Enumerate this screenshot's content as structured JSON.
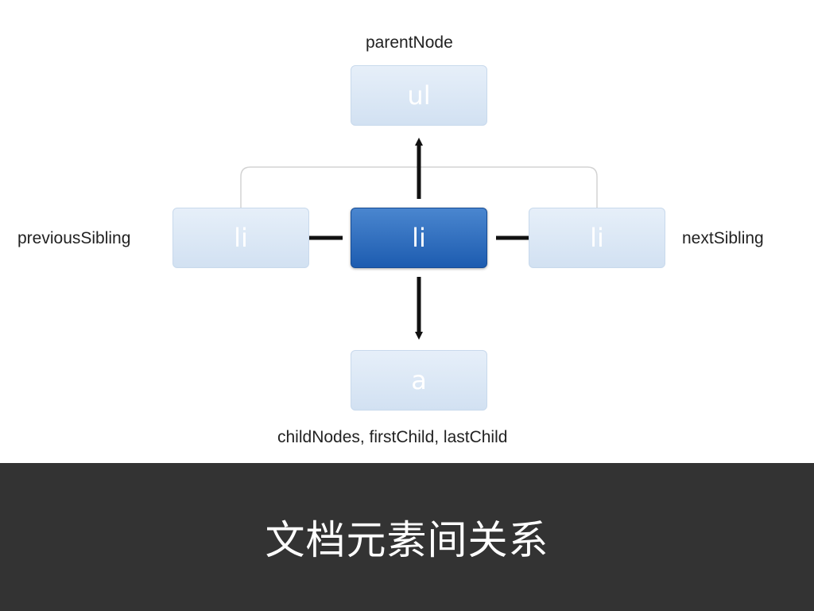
{
  "diagram": {
    "nodes": {
      "parent": "ul",
      "previous": "li",
      "current": "li",
      "next": "li",
      "child": "a"
    },
    "labels": {
      "parent": "parentNode",
      "previous": "previousSibling",
      "next": "nextSibling",
      "children": "childNodes, firstChild, lastChild"
    },
    "colors": {
      "node_faded": "#dbe7f5",
      "node_active": "#2a6abf",
      "arrow": "#111111",
      "bracket": "#d3d3d3"
    }
  },
  "footer": {
    "title": "文档元素间关系"
  }
}
